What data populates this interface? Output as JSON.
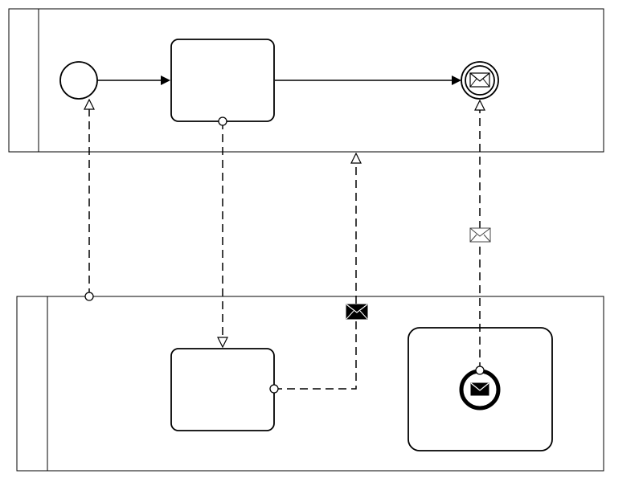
{
  "diagram": {
    "type": "bpmn-collaboration",
    "colors": {
      "stroke": "#000000",
      "background": "#ffffff",
      "message_icon_fill_initiating": "#ffffff",
      "message_icon_fill_non_initiating": "#000000"
    },
    "pools": [
      {
        "id": "pool-top",
        "label": ""
      },
      {
        "id": "pool-bottom",
        "label": ""
      }
    ],
    "elements": [
      {
        "id": "start-event",
        "kind": "start-event",
        "label": ""
      },
      {
        "id": "task-top",
        "kind": "task",
        "label": ""
      },
      {
        "id": "end-event-message",
        "kind": "end-event-message",
        "label": "",
        "icon": "envelope-icon"
      },
      {
        "id": "task-bottom",
        "kind": "task",
        "label": ""
      },
      {
        "id": "subprocess",
        "kind": "subprocess",
        "label": ""
      },
      {
        "id": "subprocess-end-event-message",
        "kind": "end-event-message",
        "label": "",
        "icon": "envelope-filled-icon"
      }
    ],
    "sequence_flows": [
      {
        "from": "start-event",
        "to": "task-top"
      },
      {
        "from": "task-top",
        "to": "end-event-message"
      }
    ],
    "message_flows": [
      {
        "from": "pool-bottom",
        "to": "start-event",
        "marker": "none"
      },
      {
        "from": "task-top",
        "to": "task-bottom",
        "marker": "none"
      },
      {
        "from": "task-bottom",
        "to": "pool-top",
        "marker": "envelope-filled-icon"
      },
      {
        "from": "subprocess-end-event-message",
        "to": "end-event-message",
        "marker": "envelope-outline-icon"
      }
    ]
  }
}
